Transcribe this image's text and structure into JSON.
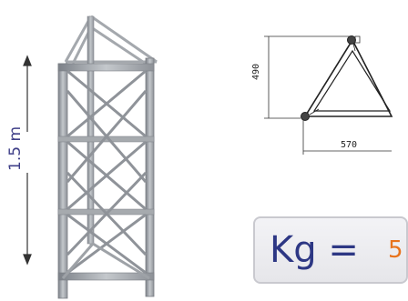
{
  "height": {
    "label": "1.5 m"
  },
  "section": {
    "height_dim": "490",
    "width_dim": "570"
  },
  "weight": {
    "label": "Kg =",
    "value": "5"
  },
  "colors": {
    "accent": "#3f3f88",
    "weight_text": "#2d3784",
    "weight_value": "#e8731c",
    "truss_metal": "#9ba0a6"
  }
}
